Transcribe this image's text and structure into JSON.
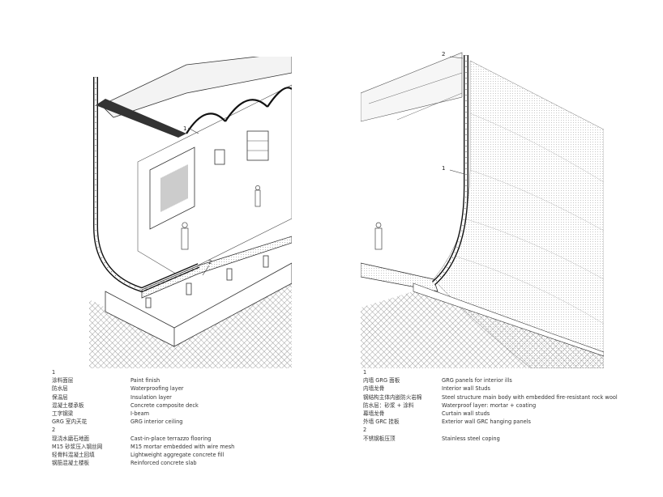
{
  "left": {
    "callouts": [
      "1",
      "2"
    ],
    "legend": [
      {
        "number": "1",
        "items": [
          {
            "zh": "涂料面层",
            "en": "Paint finish"
          },
          {
            "zh": "防水层",
            "en": "Waterproofing layer"
          },
          {
            "zh": "保温层",
            "en": "Insulation layer"
          },
          {
            "zh": "混凝土楼承板",
            "en": "Concrete composite deck"
          },
          {
            "zh": "工字钢梁",
            "en": "I-beam"
          },
          {
            "zh": "GRG 室内天花",
            "en": "GRG interior ceiling"
          }
        ]
      },
      {
        "number": "2",
        "items": [
          {
            "zh": "现浇水磨石地面",
            "en": "Cast-in-place terrazzo flooring"
          },
          {
            "zh": "M15 砂浆压入钢丝网",
            "en": "M15 mortar embedded with wire mesh"
          },
          {
            "zh": "轻骨料混凝土回填",
            "en": "Lightweight aggregate concrete fill"
          },
          {
            "zh": "钢筋混凝土楼板",
            "en": "Reinforced concrete slab"
          }
        ]
      }
    ]
  },
  "right": {
    "callouts": [
      "2",
      "1"
    ],
    "legend": [
      {
        "number": "1",
        "items": [
          {
            "zh": "内墙 GRG 面板",
            "en": "GRG panels for interior ills"
          },
          {
            "zh": "内墙龙骨",
            "en": "Interior wall Studs"
          },
          {
            "zh": "钢结构主体内嵌防火岩棉",
            "en": "Steel structure main body with embedded fire-resistant rock wool"
          },
          {
            "zh": "防水层：砂浆 + 涂料",
            "en": "Waterproof layer: mortar + coating"
          },
          {
            "zh": "幕墙龙骨",
            "en": "Curtain wall studs"
          },
          {
            "zh": "外墙 GRC 挂板",
            "en": "Exterior wall GRC hanging panels"
          }
        ]
      },
      {
        "number": "2",
        "items": [
          {
            "zh": "不锈钢板压顶",
            "en": "Stainless steel coping"
          }
        ]
      }
    ]
  }
}
